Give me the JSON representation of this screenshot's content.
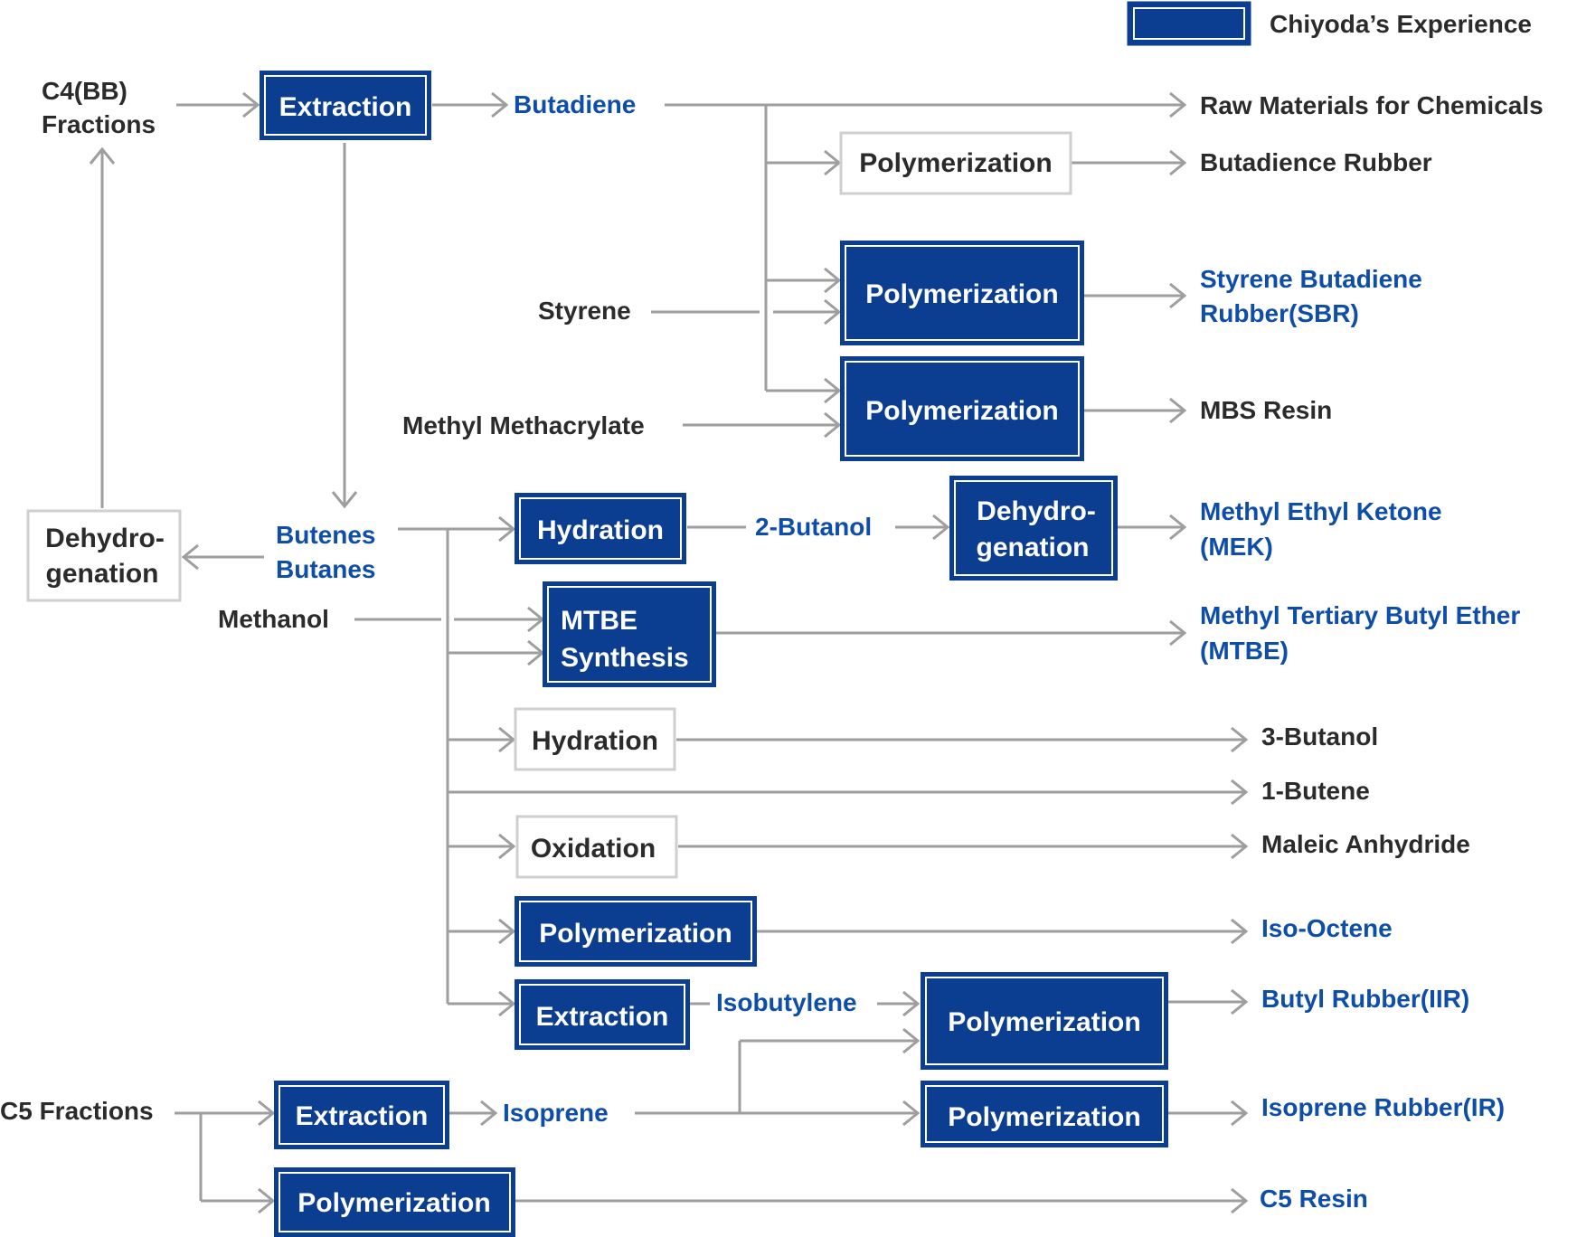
{
  "colors": {
    "navy": "#0b3d91",
    "blue_text": "#0e4da8",
    "grey_line": "#9e9e9e",
    "dark_text": "#2b2b2b",
    "plain_border": "#cfcfcf"
  },
  "legend": {
    "label": "Chiyoda’s Experience"
  },
  "feeds": {
    "c4": [
      "C4(BB)",
      "Fractions"
    ],
    "styrene": "Styrene",
    "mma": "Methyl Methacrylate",
    "methanol": "Methanol",
    "c5": "C5 Fractions"
  },
  "intermediates": {
    "butadiene": "Butadiene",
    "butenes": [
      "Butenes",
      "Butanes"
    ],
    "butanol2": "2-Butanol",
    "isobutylene": "Isobutylene",
    "isoprene": "Isoprene"
  },
  "processes": {
    "extraction_c4": "Extraction",
    "polymerization_br": "Polymerization",
    "polymerization_sbr": "Polymerization",
    "polymerization_mbs": "Polymerization",
    "dehydrogenation_left": [
      "Dehydro-",
      "genation"
    ],
    "hydration_mek": "Hydration",
    "dehydrogenation_mek": [
      "Dehydro-",
      "genation"
    ],
    "mtbe_synthesis": [
      "MTBE",
      "Synthesis"
    ],
    "hydration_3": "Hydration",
    "oxidation": "Oxidation",
    "polymerization_iso": "Polymerization",
    "extraction_isobutylene": "Extraction",
    "polymerization_iir": "Polymerization",
    "extraction_c5": "Extraction",
    "polymerization_ir": "Polymerization",
    "polymerization_c5": "Polymerization"
  },
  "products": {
    "raw": "Raw Materials for Chemicals",
    "br": "Butadience Rubber",
    "sbr": [
      "Styrene Butadiene",
      "Rubber(SBR)"
    ],
    "mbs": "MBS Resin",
    "mek": [
      "Methyl Ethyl Ketone",
      "(MEK)"
    ],
    "mtbe": [
      "Methyl Tertiary Butyl Ether",
      "(MTBE)"
    ],
    "butanol3": "3-Butanol",
    "butene1": "1-Butene",
    "maleic": "Maleic Anhydride",
    "isooctene": "Iso-Octene",
    "iir": "Butyl Rubber(IIR)",
    "ir": "Isoprene Rubber(IR)",
    "c5resin": "C5 Resin"
  }
}
